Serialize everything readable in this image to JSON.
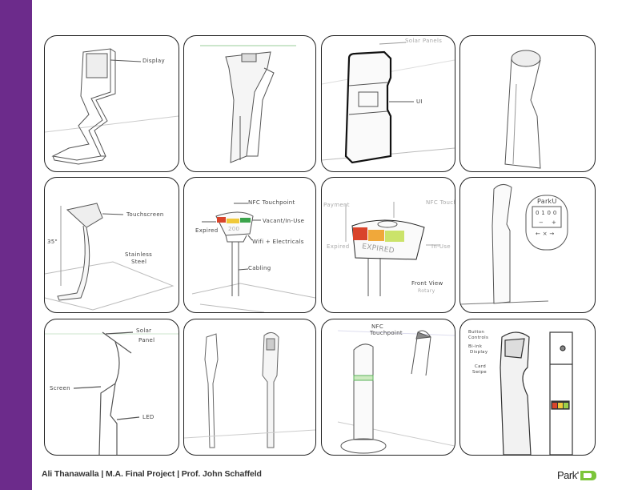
{
  "footer": {
    "credits": "Ali Thanawalla | M.A. Final Project | Prof. John Schaffeld",
    "logo_text": "Park'D"
  },
  "colors": {
    "sidebar": "#6c2b8b",
    "logo_green": "#7cc53a",
    "expired": "#d9442b",
    "in_use": "#f0c93a",
    "vacant": "#9ccf4a"
  },
  "sketches": [
    {
      "labels": {
        "display": "Display"
      }
    },
    {
      "labels": {}
    },
    {
      "labels": {
        "solar_panels": "Solar Panels",
        "ui": "UI"
      }
    },
    {
      "labels": {}
    },
    {
      "labels": {
        "touchscreen": "Touchscreen",
        "height": "35\"",
        "stainless_1": "Stainless",
        "stainless_2": "Steel"
      }
    },
    {
      "labels": {
        "nfc": "NFC Touchpoint",
        "vacant": "Vacant/In-Use",
        "expired": "Expired",
        "wifi": "Wifi + Electricals",
        "cabling": "Cabling",
        "number": "200"
      }
    },
    {
      "labels": {
        "payment": "Payment",
        "nfc": "NFC Touch",
        "expired": "Expired",
        "in_use": "In-Use",
        "screen": "EXPIRED",
        "front_view": "Front View",
        "rotary": "Rotary"
      }
    },
    {
      "labels": {
        "brand": "ParkU",
        "digits": "0 1 0 0",
        "nav": "← × →",
        "minus": "−",
        "plus": "+"
      }
    },
    {
      "labels": {
        "solar_1": "Solar",
        "solar_2": "Panel",
        "screen": "Screen",
        "led": "LED"
      }
    },
    {
      "labels": {}
    },
    {
      "labels": {
        "nfc_1": "NFC",
        "nfc_2": "Touchpoint"
      }
    },
    {
      "labels": {
        "button_1": "Button",
        "button_2": "Controls",
        "display_1": "Bi-ink",
        "display_2": "Display",
        "card_1": "Card",
        "card_2": "Swipe"
      }
    }
  ]
}
